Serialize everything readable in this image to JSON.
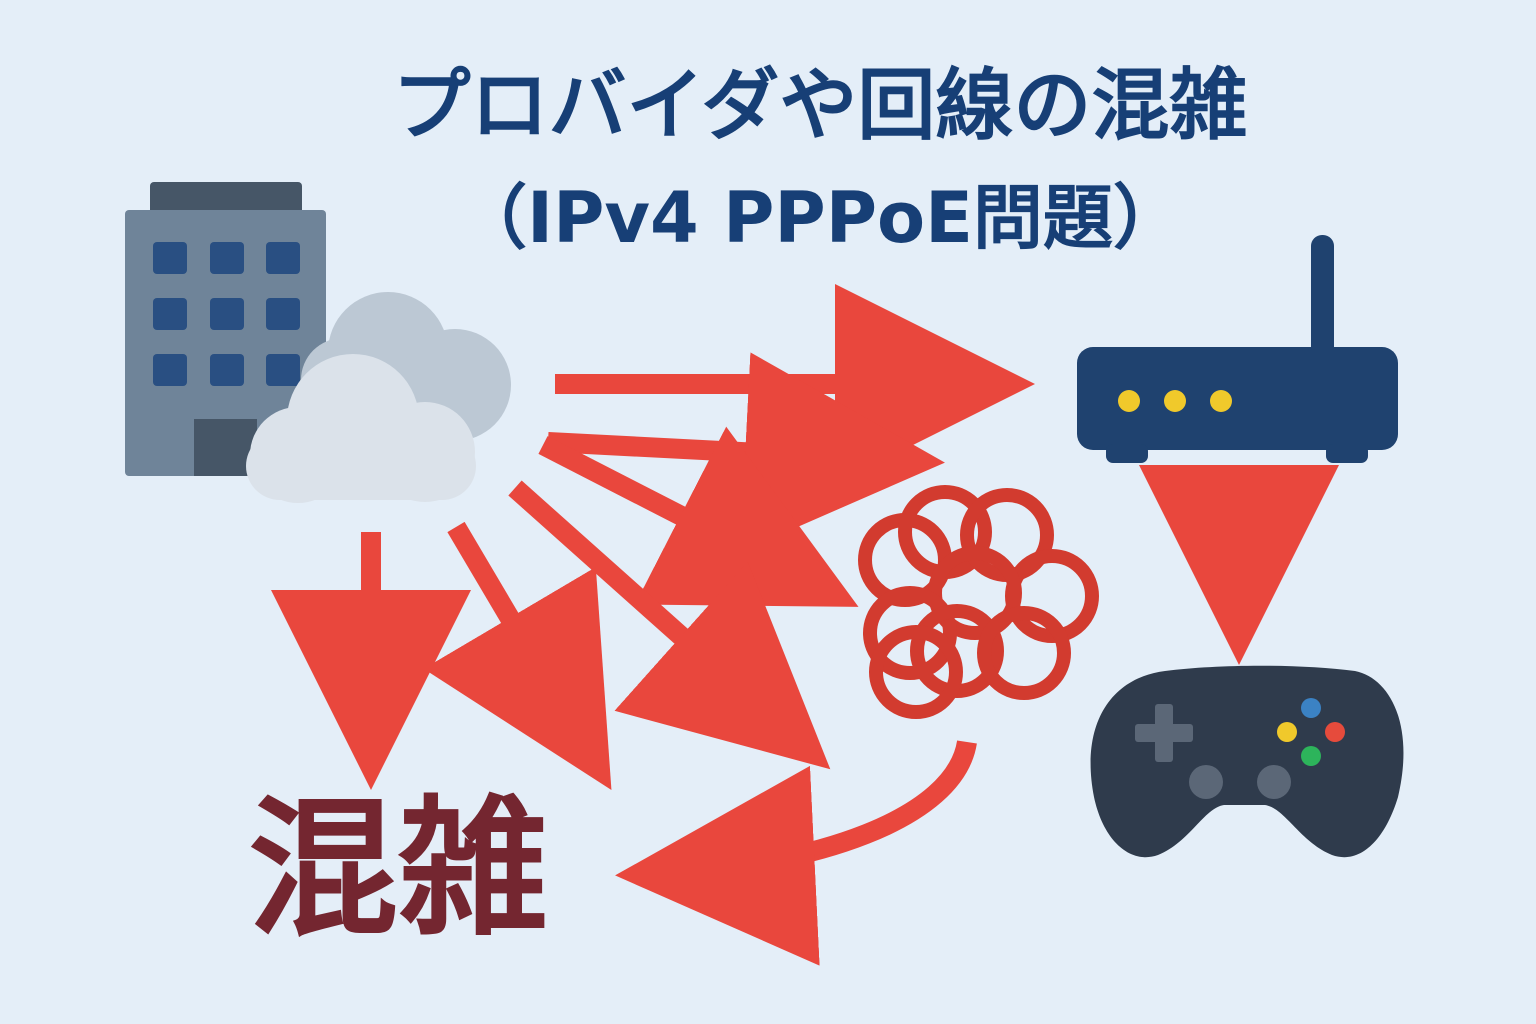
{
  "title": {
    "line1": "プロバイダや回線の混雑",
    "line2": "（IPv4 PPPoE問題）"
  },
  "congestion_label": "混雑",
  "icons": [
    "office-building-icon",
    "cloud-icon",
    "router-icon",
    "network-congestion-icon",
    "game-controller-icon"
  ],
  "colors": {
    "background": "#e4eef8",
    "title": "#173f76",
    "arrow": "#e9473d",
    "congestion_text": "#742630",
    "congestion_icon": "#d23b2f",
    "router": "#1f426f",
    "router_lights": "#f0c92b",
    "controller": "#2f3b4c",
    "controller_buttons": [
      "#3b82c4",
      "#f0c92b",
      "#e64b3c",
      "#2db45b"
    ],
    "building": "#6f8499",
    "building_windows": "#294f82",
    "cloud_front": "#dbe2ea",
    "cloud_back": "#bcc8d4"
  }
}
